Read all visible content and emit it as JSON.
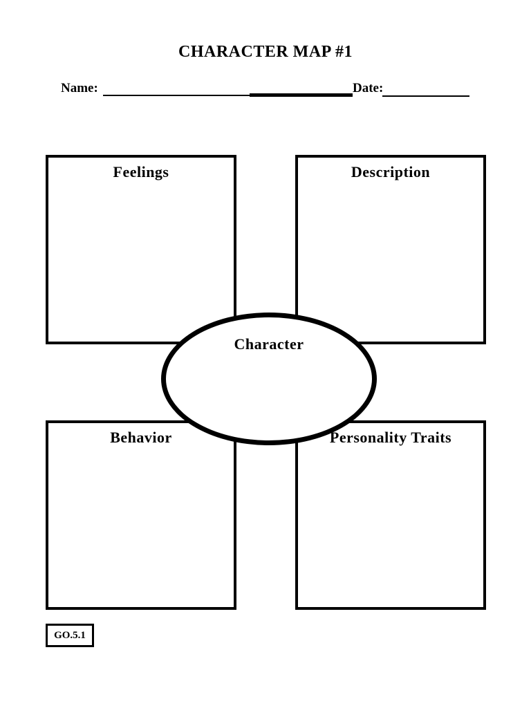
{
  "page": {
    "title": "CHARACTER MAP #1",
    "footer_code": "GO.5.1",
    "colors": {
      "ink": "#000000",
      "paper": "#ffffff"
    }
  },
  "form": {
    "name_label": "Name:",
    "name_value": "",
    "date_label": "Date:",
    "date_value": ""
  },
  "diagram": {
    "center_label": "Character",
    "boxes": [
      {
        "id": "feelings",
        "label": "Feelings",
        "content": ""
      },
      {
        "id": "description",
        "label": "Description",
        "content": ""
      },
      {
        "id": "behavior",
        "label": "Behavior",
        "content": ""
      },
      {
        "id": "personality-traits",
        "label": "Personality Traits",
        "content": ""
      }
    ]
  }
}
